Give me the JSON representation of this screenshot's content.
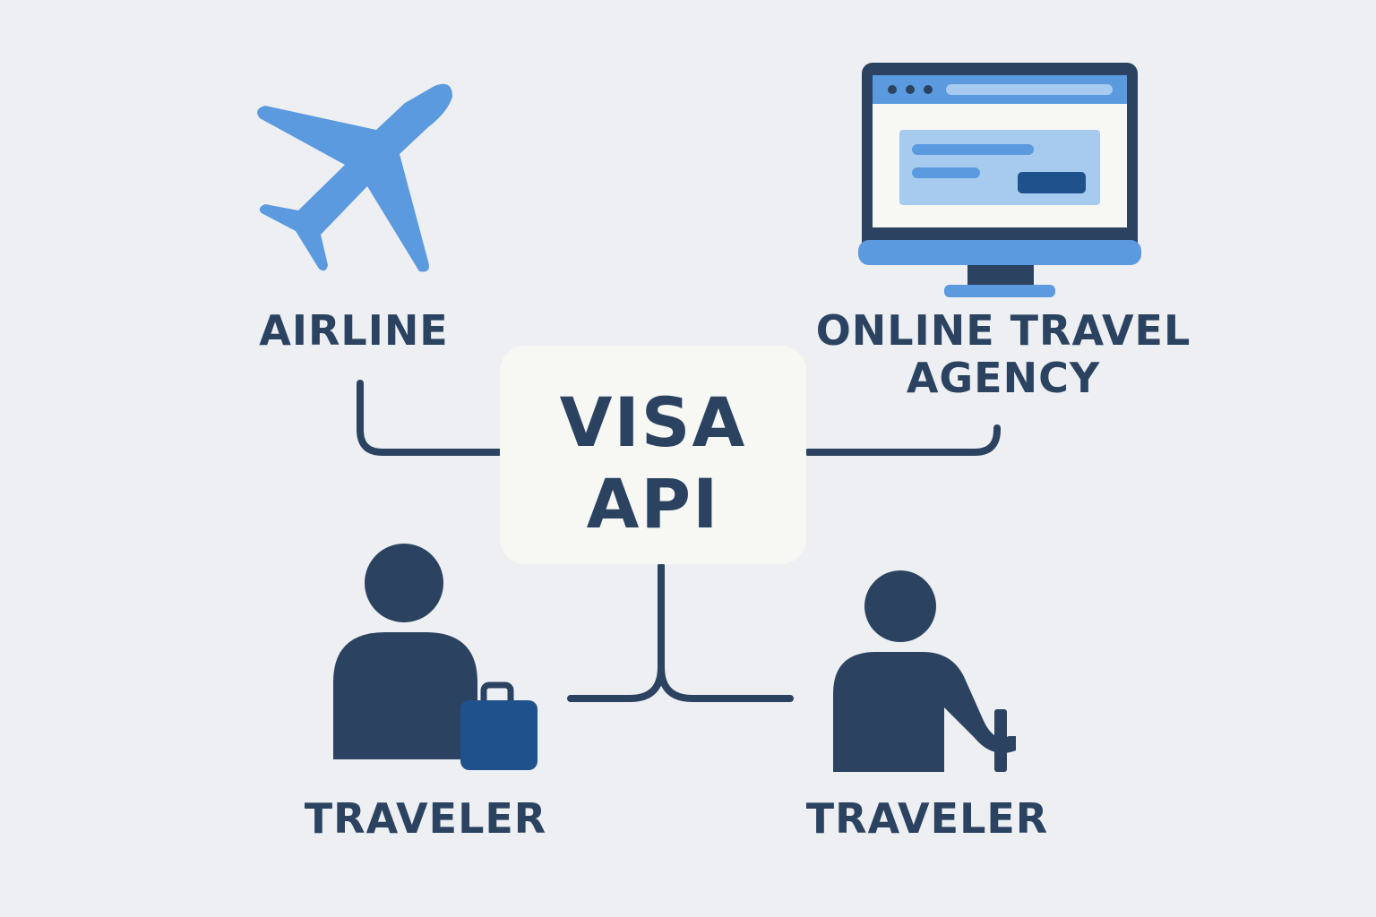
{
  "diagram": {
    "center": {
      "line1": "VISA",
      "line2": "API"
    },
    "nodes": {
      "airline": {
        "label": "AIRLINE",
        "icon": "airplane-icon"
      },
      "ota": {
        "label_line1": "ONLINE TRAVEL",
        "label_line2": "AGENCY",
        "icon": "computer-monitor-icon"
      },
      "traveler_left": {
        "label": "TRAVELER",
        "icon": "person-with-suitcase-icon"
      },
      "traveler_right": {
        "label": "TRAVELER",
        "icon": "person-with-cane-icon"
      }
    }
  },
  "colors": {
    "background": "#edeff2",
    "navy": "#2b4360",
    "accent_blue": "#5b9ade",
    "light_blue": "#a6cbef",
    "dark_blue": "#1f528c",
    "box": "#f7f7f4"
  }
}
